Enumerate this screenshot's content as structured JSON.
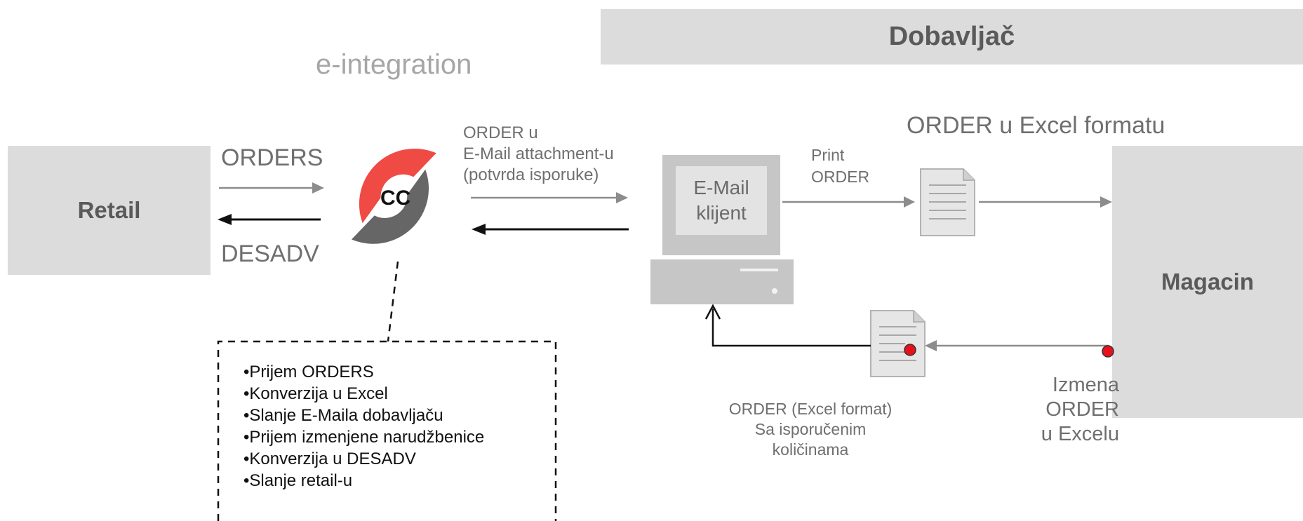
{
  "header": {
    "supplier_title": "Dobavljač",
    "integration_title": "e-integration"
  },
  "nodes": {
    "retail": "Retail",
    "magacin": "Magacin",
    "cc_logo": "CC",
    "email_client_line1": "E-Mail",
    "email_client_line2": "klijent"
  },
  "edges": {
    "orders": "ORDERS",
    "desadv": "DESADV",
    "order_email_line1": "ORDER u",
    "order_email_line2": "E-Mail attachment-u",
    "order_email_line3": "(potvrda isporuke)",
    "print_line1": "Print",
    "print_line2": "ORDER",
    "order_excel_format": "ORDER u Excel formatu",
    "izmena_line1": "Izmena",
    "izmena_line2": "ORDER",
    "izmena_line3": "u Excelu",
    "order_excel_line1": "ORDER (Excel format)",
    "order_excel_line2": "Sa isporučenim",
    "order_excel_line3": "količinama"
  },
  "tasks": [
    "Prijem ORDERS",
    "Konverzija u Excel",
    "Slanje E-Maila dobavljaču",
    "Prijem izmenjene narudžbenice",
    "Konverzija u DESADV",
    "Slanje retail-u"
  ],
  "colors": {
    "logo_red": "#f04a45",
    "logo_gray": "#666666",
    "marker_red": "#e8111b",
    "box_gray": "#dcdcdc"
  }
}
